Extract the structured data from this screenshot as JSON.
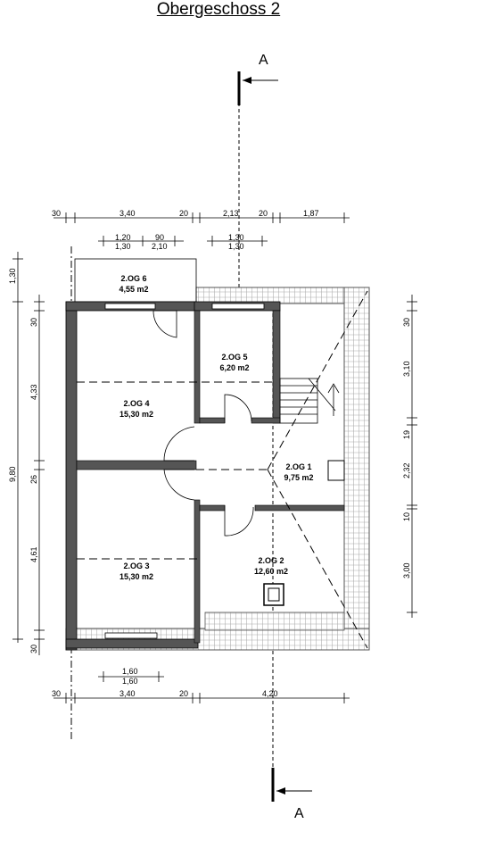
{
  "title": "Obergeschoss 2",
  "section_marker": "A",
  "rooms": [
    {
      "name": "2.OG 6",
      "area": "4,55 m2"
    },
    {
      "name": "2.OG 5",
      "area": "6,20 m2"
    },
    {
      "name": "2.OG 4",
      "area": "15,30 m2"
    },
    {
      "name": "2.OG 1",
      "area": "9,75 m2"
    },
    {
      "name": "2.OG 2",
      "area": "12,60 m2"
    },
    {
      "name": "2.OG 3",
      "area": "15,30 m2"
    }
  ],
  "dims_top": [
    "30",
    "3,40",
    "20",
    "2,13",
    "20",
    "1,87"
  ],
  "dims_top_window_left": [
    "1,20",
    "90",
    "1,30",
    "2,10"
  ],
  "dims_top_window_right": [
    "1,30",
    "1,30"
  ],
  "dims_left": [
    "1,30",
    "9,80",
    "30",
    "4,33",
    "26",
    "4,61",
    "30"
  ],
  "dims_right": [
    "30",
    "3,10",
    "19",
    "2,32",
    "10",
    "3,00"
  ],
  "dims_bottom_window": [
    "1,60",
    "1,60"
  ],
  "dims_bottom": [
    "30",
    "3,40",
    "20",
    "4,20"
  ]
}
